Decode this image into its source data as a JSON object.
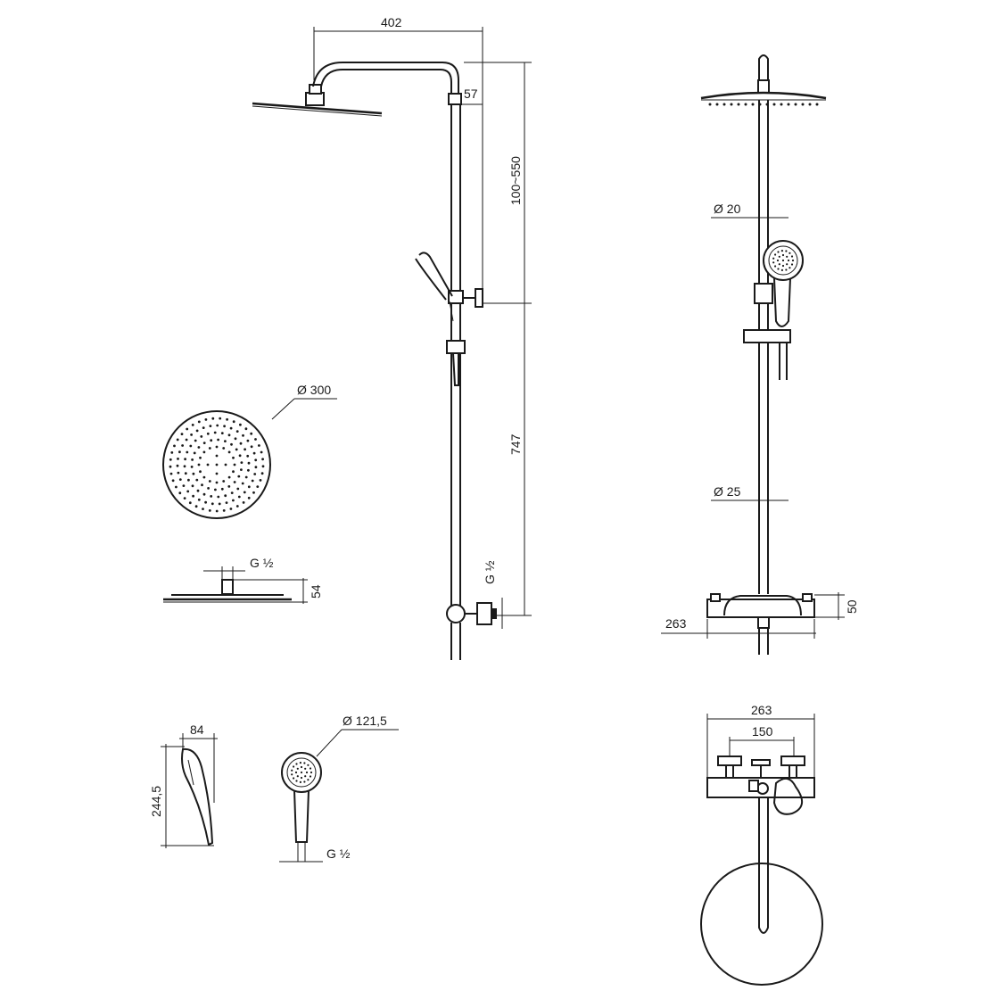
{
  "dimensions": {
    "rain_arm_length": "402",
    "arm_offset": "57",
    "height_adjust_range": "100~550",
    "riser_height": "747",
    "rain_head_diameter": "Ø 300",
    "rain_head_connection": "G ½",
    "rain_head_thickness": "54",
    "outlet_connection": "G ½",
    "pipe_upper_diameter": "Ø 20",
    "pipe_lower_diameter": "Ø 25",
    "mixer_height": "50",
    "mixer_width_front": "263",
    "hand_shower_width": "84",
    "hand_shower_length": "244,5",
    "hand_shower_diameter": "Ø 121,5",
    "hand_shower_connection": "G ½",
    "mixer_width_top": "263",
    "mixer_centers": "150"
  }
}
